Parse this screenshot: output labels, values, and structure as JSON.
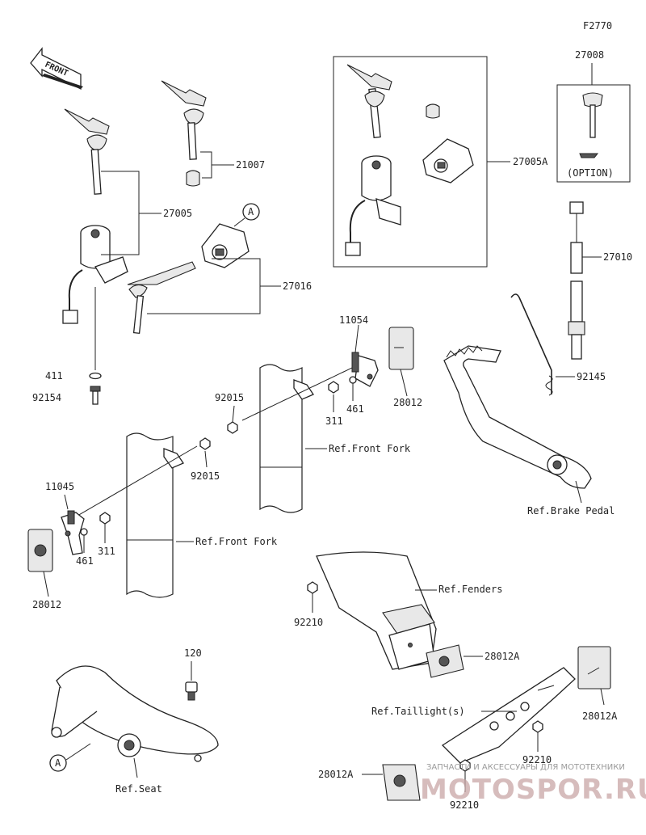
{
  "diagram_id": "F2770",
  "front_label": "FRONT",
  "labels": {
    "p27008": "27008",
    "p21007": "21007",
    "p27005": "27005",
    "p27005A": "27005A",
    "p27016": "27016",
    "pA_top": "A",
    "p27010": "27010",
    "option": "(OPTION)",
    "p411": "411",
    "p92154": "92154",
    "p11054": "11054",
    "p28012_r": "28012",
    "p92015_a": "92015",
    "p311_a": "311",
    "p461_a": "461",
    "ref_front_fork_1": "Ref.Front Fork",
    "p92145": "92145",
    "p92015_b": "92015",
    "p11045": "11045",
    "p461_b": "461",
    "p311_b": "311",
    "ref_front_fork_2": "Ref.Front Fork",
    "ref_brake_pedal": "Ref.Brake Pedal",
    "p28012_l": "28012",
    "ref_fenders": "Ref.Fenders",
    "p92210_a": "92210",
    "p28012A_a": "28012A",
    "p120": "120",
    "ref_taillights": "Ref.Taillight(s)",
    "p28012A_b": "28012A",
    "pA_bottom": "A",
    "p92210_b": "92210",
    "p28012A_c": "28012A",
    "p92210_c": "92210",
    "ref_seat": "Ref.Seat"
  },
  "watermark": {
    "line1": "ЗАПЧАСТИ И АКСЕССУАРЫ ДЛЯ МОТОТЕХНИКИ",
    "line2": "MOTOSPOR.RU"
  }
}
